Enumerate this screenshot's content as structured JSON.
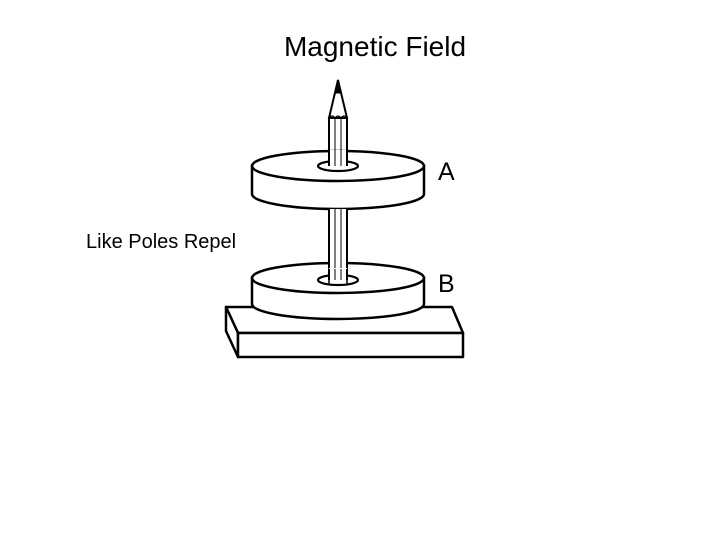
{
  "title": "Magnetic Field",
  "caption": "Like Poles Repel",
  "labels": {
    "top_magnet": "A",
    "bottom_magnet": "B"
  },
  "colors": {
    "background": "#ffffff",
    "stroke": "#000000",
    "fill": "#ffffff"
  }
}
